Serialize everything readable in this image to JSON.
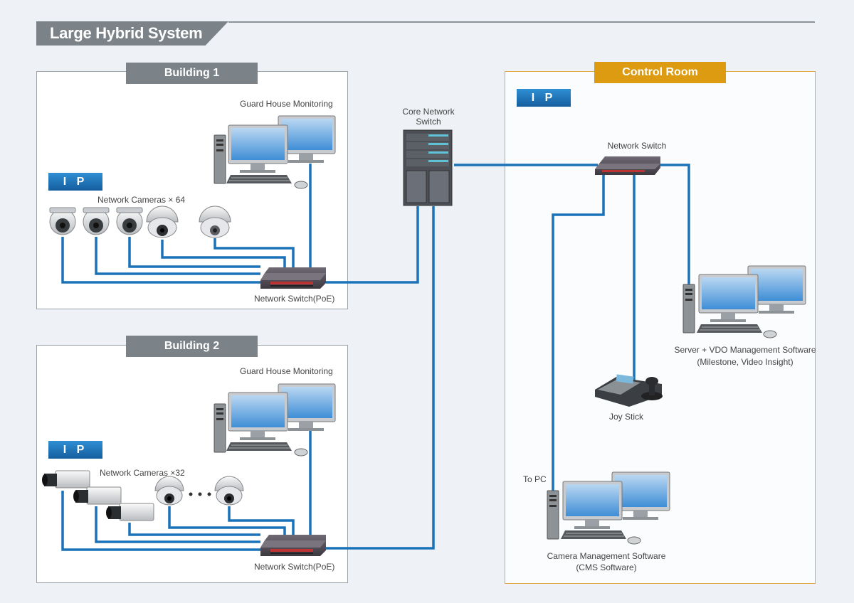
{
  "title": "Large Hybrid System",
  "building1": {
    "tab": "Building 1",
    "guard_label": "Guard House Monitoring",
    "ip": "I P",
    "cameras_label": "Network Cameras × 64",
    "switch_label": "Network Switch(PoE)"
  },
  "building2": {
    "tab": "Building 2",
    "guard_label": "Guard House Monitoring",
    "ip": "I P",
    "cameras_label": "Network Cameras ×32",
    "switch_label": "Network Switch(PoE)"
  },
  "core": {
    "label_line1": "Core Network",
    "label_line2": "Switch"
  },
  "control": {
    "tab": "Control Room",
    "ip": "I P",
    "switch_label": "Network Switch",
    "server_label_line1": "Server + VDO Management Software",
    "server_label_line2": "(Milestone, Video Insight)",
    "joystick_label": "Joy Stick",
    "to_pc_label": "To PC",
    "cms_label_line1": "Camera Management Software",
    "cms_label_line2": "(CMS Software)"
  },
  "colors": {
    "cable": "#1a72b8",
    "gray_tab": "#7b8388",
    "orange_tab": "#dc9b10",
    "ip_badge": "#1f74bd"
  }
}
